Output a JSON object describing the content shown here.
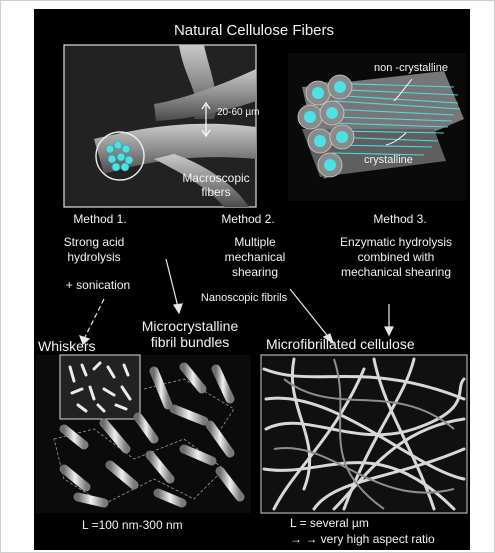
{
  "title": "Natural Cellulose Fibers",
  "macro": {
    "dimension": "20-60 µm",
    "label_line1": "Macroscopic",
    "label_line2": "fibers"
  },
  "crystal": {
    "noncrystalline": "non -crystalline",
    "crystalline": "crystalline"
  },
  "methods": [
    {
      "heading": "Method 1.",
      "lines": [
        "Strong acid",
        "hydrolysis"
      ],
      "extra": "+ sonication"
    },
    {
      "heading": "Method 2.",
      "lines": [
        "Multiple",
        "mechanical",
        "shearing"
      ],
      "extra": "Nanoscopic fibrils"
    },
    {
      "heading": "Method 3.",
      "lines": [
        "Enzymatic hydrolysis",
        "combined with",
        "mechanical shearing"
      ]
    }
  ],
  "products": {
    "whiskers": "Whiskers",
    "mcc_line1": "Microcrystalline",
    "mcc_line2": "fibril bundles",
    "mfc": "Microfibrillated cellulose"
  },
  "footer": {
    "left": "L =100 nm-300 nm",
    "right_line1": "L = several µm",
    "right_line2": "→ → very high aspect ratio"
  },
  "colors": {
    "background": "#000000",
    "fiber_gray": "#8a8a8a",
    "crystalline_cyan": "#4fe0e6",
    "text": "#f2f2f2"
  }
}
